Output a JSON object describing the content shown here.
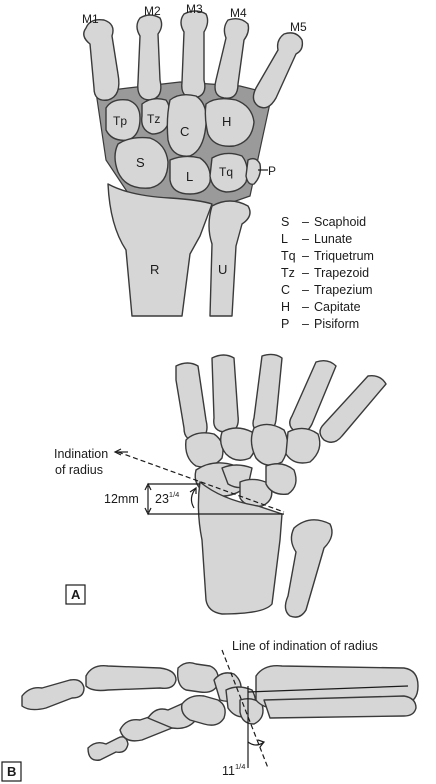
{
  "figure1": {
    "metacarpals": [
      "M1",
      "M2",
      "M3",
      "M4",
      "M5"
    ],
    "carpal_labels": {
      "tp": "Tp",
      "tz": "Tz",
      "c": "C",
      "h": "H",
      "s": "S",
      "l": "L",
      "tq": "Tq",
      "p": "P"
    },
    "forearm_labels": {
      "radius": "R",
      "ulna": "U"
    },
    "legend": [
      {
        "abbr": "S",
        "dash": "–",
        "name": "Scaphoid"
      },
      {
        "abbr": "L",
        "dash": "–",
        "name": "Lunate"
      },
      {
        "abbr": "Tq",
        "dash": "–",
        "name": "Triquetrum"
      },
      {
        "abbr": "Tz",
        "dash": "–",
        "name": "Trapezoid"
      },
      {
        "abbr": "C",
        "dash": "–",
        "name": "Trapezium"
      },
      {
        "abbr": "H",
        "dash": "–",
        "name": "Capitate"
      },
      {
        "abbr": "P",
        "dash": "–",
        "name": "Pisiform"
      }
    ]
  },
  "figure_a": {
    "tag": "A",
    "inclination_line1": "Indination",
    "inclination_line2": "of radius",
    "distance": "12mm",
    "angle_base": "23",
    "angle_sup": "1/4"
  },
  "figure_b": {
    "tag": "B",
    "line_label": "Line of indination of radius",
    "angle_base": "11",
    "angle_sup": "1/4"
  },
  "colors": {
    "bone_fill": "#d6d6d6",
    "bone_outline": "#3a3a3a",
    "ligament_fill": "#9a9a9a",
    "text": "#1b1b1b"
  }
}
